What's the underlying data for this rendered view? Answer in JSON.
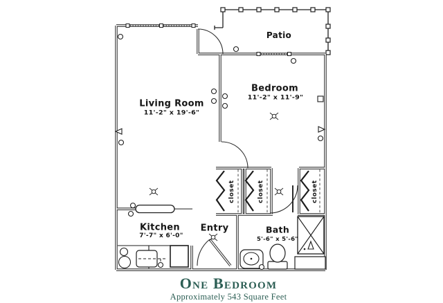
{
  "floorplan": {
    "patio": "Patio",
    "living_room": {
      "name": "Living Room",
      "dims": "11'-2\" x 19'-6\""
    },
    "bedroom": {
      "name": "Bedroom",
      "dims": "11'-2\" x 11'-9\""
    },
    "kitchen": {
      "name": "Kitchen",
      "dims": "7'-7\" x 6'-0\""
    },
    "entry": "Entry",
    "bath": {
      "name": "Bath",
      "dims": "5'-6\" x 5'-6\""
    },
    "closets": [
      "closet",
      "closet",
      "closet"
    ]
  },
  "title_block": {
    "title": "One Bedroom",
    "subtitle": "Approximately 543 Square Feet"
  },
  "colors": {
    "title_green": "#2c5e54",
    "line_color": "#1d1d1d"
  }
}
